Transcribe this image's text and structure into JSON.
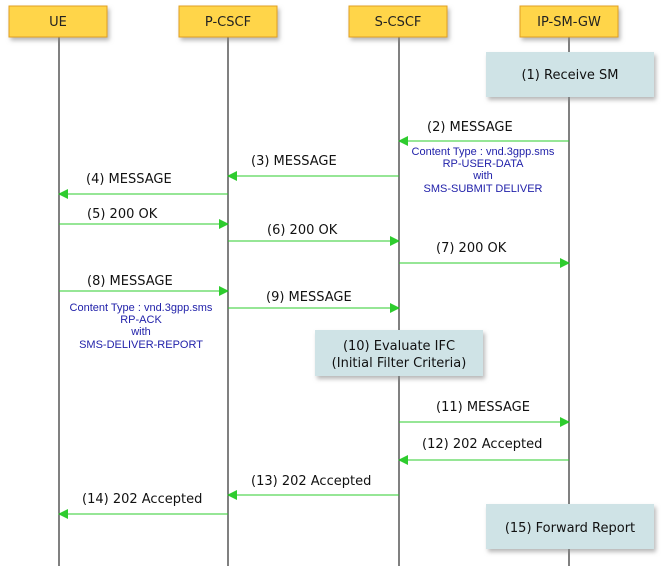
{
  "entities": [
    "UE",
    "P-CSCF",
    "S-CSCF",
    "IP-SM-GW"
  ],
  "colors": {
    "entity_fill": "#ffd54a",
    "entity_border": "#e0a020",
    "lifeline": "#000000",
    "arrow": "#2ecc2e",
    "note_text": "#2222aa",
    "box_fill": "#cfe3e6"
  },
  "process_boxes": [
    {
      "lines": [
        "(1) Receive SM"
      ]
    },
    {
      "lines": [
        "(10) Evaluate IFC",
        "(Initial Filter Criteria)"
      ]
    },
    {
      "lines": [
        "(15) Forward Report"
      ]
    }
  ],
  "messages": [
    {
      "label": "(2) MESSAGE",
      "from": "IP-SM-GW",
      "to": "S-CSCF"
    },
    {
      "label": "(3) MESSAGE",
      "from": "S-CSCF",
      "to": "P-CSCF"
    },
    {
      "label": "(4) MESSAGE",
      "from": "P-CSCF",
      "to": "UE"
    },
    {
      "label": "(5) 200 OK",
      "from": "UE",
      "to": "P-CSCF"
    },
    {
      "label": "(6) 200 OK",
      "from": "P-CSCF",
      "to": "S-CSCF"
    },
    {
      "label": "(7) 200 OK",
      "from": "S-CSCF",
      "to": "IP-SM-GW"
    },
    {
      "label": "(8) MESSAGE",
      "from": "UE",
      "to": "P-CSCF"
    },
    {
      "label": "(9) MESSAGE",
      "from": "P-CSCF",
      "to": "S-CSCF"
    },
    {
      "label": "(11) MESSAGE",
      "from": "S-CSCF",
      "to": "IP-SM-GW"
    },
    {
      "label": "(12) 202 Accepted",
      "from": "IP-SM-GW",
      "to": "S-CSCF"
    },
    {
      "label": "(13) 202 Accepted",
      "from": "S-CSCF",
      "to": "P-CSCF"
    },
    {
      "label": "(14) 202 Accepted",
      "from": "P-CSCF",
      "to": "UE"
    }
  ],
  "notes": [
    {
      "lines": [
        "Content Type : vnd.3gpp.sms",
        "RP-USER-DATA",
        "with",
        "SMS-SUBMIT DELIVER"
      ]
    },
    {
      "lines": [
        "Content Type : vnd.3gpp.sms",
        "RP-ACK",
        "with",
        "SMS-DELIVER-REPORT"
      ]
    }
  ]
}
